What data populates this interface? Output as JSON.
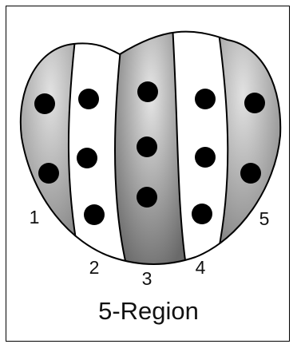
{
  "region_labels": [
    "1",
    "2",
    "3",
    "4",
    "5"
  ],
  "caption": "5-Region",
  "colors": {
    "shaded": "#7a7a7a",
    "shaded_center": "#d8d8d8",
    "clear": "#ffffff",
    "outline": "#000000",
    "dot": "#000000"
  }
}
